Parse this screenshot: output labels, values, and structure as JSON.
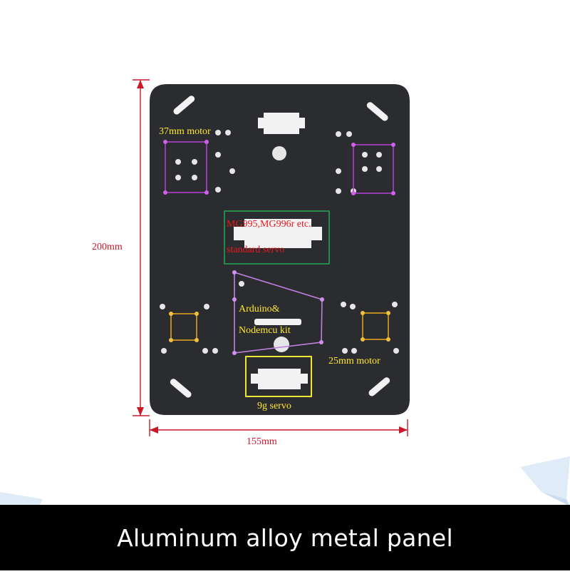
{
  "dimensions": {
    "height_label": "200mm",
    "width_label": "155mm"
  },
  "annotations": {
    "motor37": "37mm motor",
    "servo_line1": "MG995,MG996r etc.",
    "servo_line2": "standard servo",
    "board_line1": "Arduino&",
    "board_line2": "Nodemcu kit",
    "motor25": "25mm motor",
    "servo9g": "9g servo"
  },
  "banner": {
    "text": "Aluminum alloy metal panel"
  },
  "colors": {
    "panel": "#2b2c2f",
    "dimension_red": "#c8192a",
    "motor37_magenta": "#b03ed0",
    "servo_green": "#22a050",
    "board_violet": "#c080e0",
    "motor25_orange": "#e0a020",
    "servo9g_yellow": "#ffff30",
    "label_yellow": "#ffe830",
    "label_red": "#e8181e",
    "banner_bg": "#000000",
    "banner_text": "#ffffff"
  }
}
